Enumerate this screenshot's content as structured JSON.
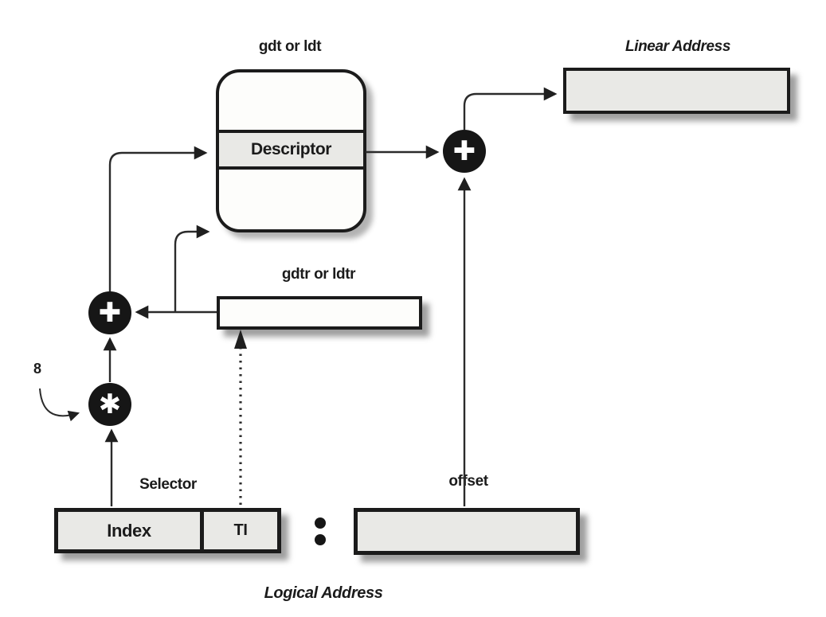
{
  "diagram": {
    "labels": {
      "table": "gdt or ldt",
      "linear_address": "Linear Address",
      "descriptor": "Descriptor",
      "register": "gdtr or ldtr",
      "selector": "Selector",
      "offset": "offset",
      "index": "Index",
      "table_indicator": "TI",
      "logical_address": "Logical Address",
      "scale_factor": "8"
    },
    "operators": {
      "add": "✚",
      "multiply": "✱"
    },
    "colors": {
      "box_fill_gray": "#e9e9e6",
      "box_fill_white": "#fdfdfb",
      "line_color": "#2b2b2b",
      "operator_background": "#161616",
      "operator_glyph": "#ffffff",
      "background": "#ffffff"
    }
  }
}
